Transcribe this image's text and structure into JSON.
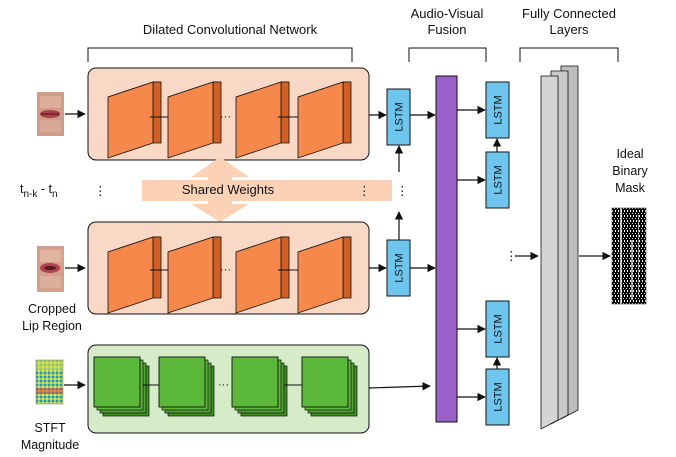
{
  "headers": {
    "dilated": "Dilated Convolutional Network",
    "fusion_line1": "Audio-Visual",
    "fusion_line2": "Fusion",
    "fc_line1": "Fully Connected",
    "fc_line2": "Layers"
  },
  "labels": {
    "shared_weights": "Shared Weights",
    "time_t1": "t",
    "time_sub1": "n-k",
    "time_dash": " - ",
    "time_t2": "t",
    "time_sub2": "n",
    "cropped_line1": "Cropped",
    "cropped_line2": "Lip Region",
    "stft_line1": "STFT",
    "stft_line2": "Magnitude",
    "mask_line1": "Ideal",
    "mask_line2": "Binary",
    "mask_line3": "Mask",
    "lstm": "LSTM",
    "dots_h": "···",
    "dots_v": "⋮"
  },
  "colors": {
    "lip_panel": "#f9d9c6",
    "conv_orange": "#f5884a",
    "audio_panel": "#d6ebc8",
    "conv_green": "#5cb83a",
    "lstm_blue": "#6ec6ee",
    "fusion_purple": "#9b5fc9",
    "fc_gray": "#d4d4d4",
    "shared_arrow": "#fbd2b6"
  }
}
